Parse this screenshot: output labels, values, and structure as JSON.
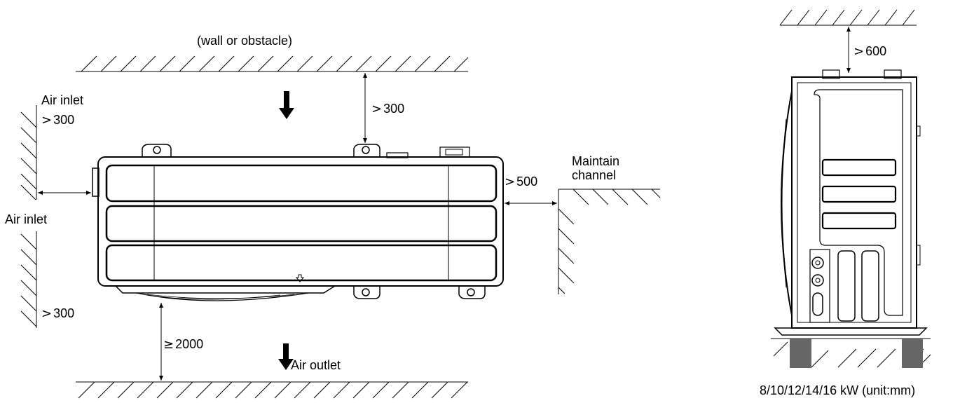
{
  "labels": {
    "obstacle": "(wall or obstacle)",
    "air_inlet_top": "Air inlet",
    "air_inlet_left": "Air inlet",
    "air_outlet": "Air outlet",
    "maintain": "Maintain",
    "channel": "channel",
    "model_note": "8/10/12/14/16 kW (unit:mm)"
  },
  "clearances": {
    "top_sym": ">",
    "top": "300",
    "left_top_sym": ">",
    "left_top": "300",
    "left_bottom_sym": ">",
    "left_bottom": "300",
    "right_sym": ">",
    "right": "500",
    "bottom_sym": "≥",
    "bottom": "2000",
    "side_top_sym": ">",
    "side_top": "600"
  }
}
